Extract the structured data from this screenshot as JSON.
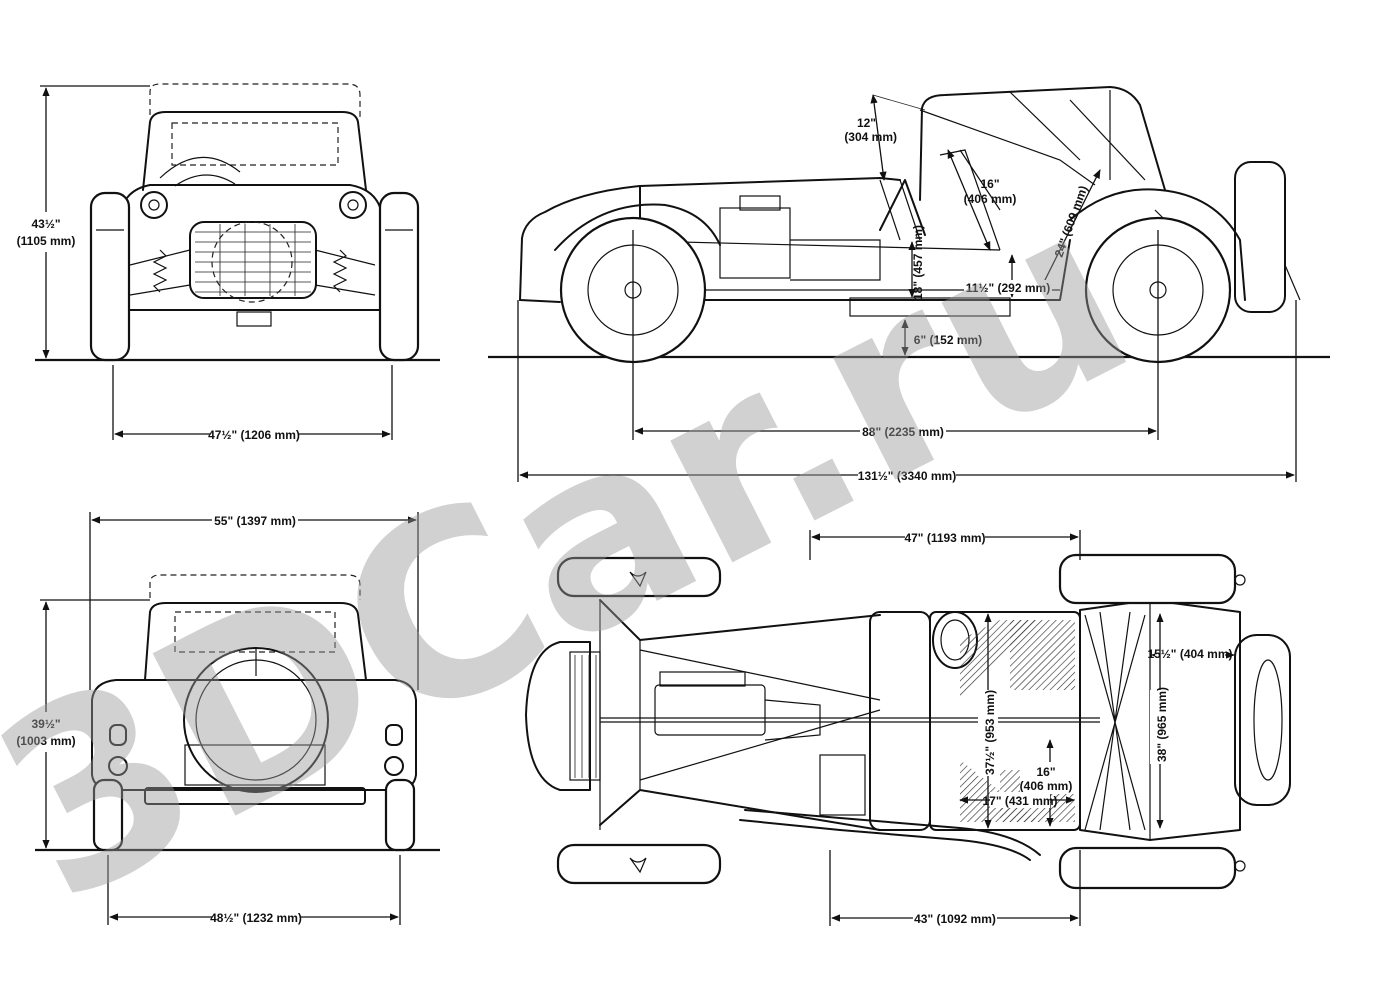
{
  "watermark": {
    "text": "3DCar.ru",
    "color": "#9a9a9a"
  },
  "dimensions": {
    "front_height": [
      "43½\"",
      "(1105 mm)"
    ],
    "front_track": "47½\" (1206 mm)",
    "side_roof": [
      "12\"",
      "(304 mm)"
    ],
    "side_seat": [
      "16\"",
      "(406 mm)"
    ],
    "side_diag": "24\" (609 mm)",
    "side_18": "18\" (457 mm)",
    "side_11": "11½\" (292 mm)",
    "side_clearance": "6\" (152 mm)",
    "wheelbase": "88\" (2235 mm)",
    "overall_length": "131½\" (3340 mm)",
    "rear_width": "55\" (1397 mm)",
    "rear_height": [
      "39½\"",
      "(1003 mm)"
    ],
    "rear_track": "48½\" (1232 mm)",
    "plan_47": "47\" (1193 mm)",
    "plan_15": "15½\" (404 mm)",
    "plan_37": "37½\" (953 mm)",
    "plan_38": "38\" (965 mm)",
    "plan_16": [
      "16\"",
      "(406 mm)"
    ],
    "plan_17": "17\" (431 mm)",
    "plan_43": "43\" (1092 mm)"
  }
}
